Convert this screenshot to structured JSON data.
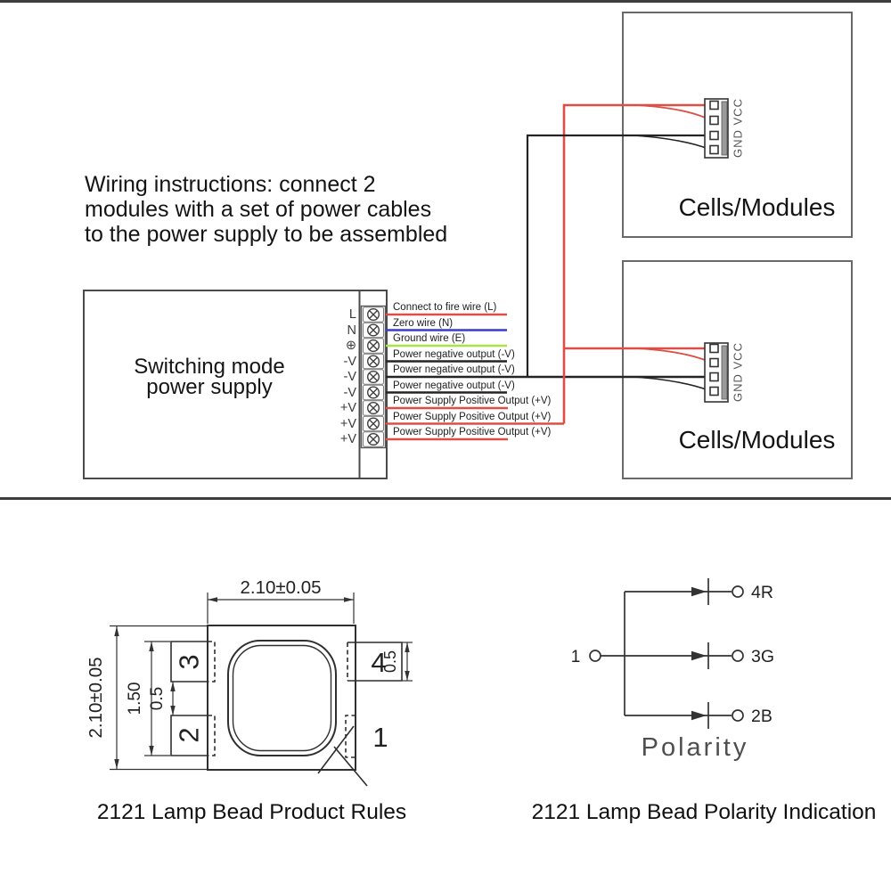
{
  "colors": {
    "wire_live": "#dd4f46",
    "wire_neutral": "#373cd1",
    "wire_ground": "#a9e347",
    "wire_negative": "#242424",
    "diagram_dark": "#303030",
    "frame_gray": "#3d3d3d"
  },
  "header": {
    "instructions_lines": [
      "Wiring instructions: connect 2",
      "modules with a set of power cables",
      "to the power supply to be assembled"
    ]
  },
  "power_supply": {
    "title_lines": [
      "Switching mode",
      "power supply"
    ],
    "terminals": [
      "L",
      "N",
      "⊕",
      "-V",
      "-V",
      "-V",
      "+V",
      "+V",
      "+V"
    ],
    "wire_labels": [
      "Connect to fire wire (L)",
      "Zero wire (N)",
      "Ground wire (E)",
      "Power negative output (-V)",
      "Power negative output (-V)",
      "Power negative output (-V)",
      "Power Supply Positive Output (+V)",
      "Power Supply Positive Output (+V)",
      "Power Supply Positive Output (+V)"
    ]
  },
  "modules": {
    "labels": [
      "Cells/Modules",
      "Cells/Modules"
    ],
    "connector_label": "GND VCC"
  },
  "lamp_bead": {
    "caption": "2121 Lamp Bead Product Rules",
    "width_dim": "2.10±0.05",
    "height_dim": "2.10±0.05",
    "pitch_dim": "1.50",
    "gap_dim": "0.5",
    "pad_height_dim": "0.5",
    "pad1": "1",
    "pad2": "2",
    "pad3": "3",
    "pad4": "4"
  },
  "polarity": {
    "caption": "2121 Lamp Bead Polarity Indication",
    "title": "Polarity",
    "common_pin": "1",
    "pin_labels": [
      "4R",
      "3G",
      "2B"
    ]
  }
}
